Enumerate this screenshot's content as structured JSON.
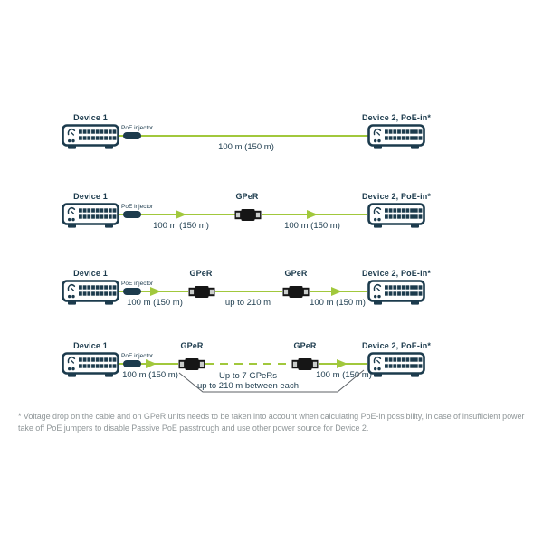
{
  "colors": {
    "navy": "#1c3b4d",
    "green": "#a1c83c",
    "gper_black": "#161616",
    "port_gray": "#c9ccca",
    "footnote_gray": "#8f9698",
    "leader_gray": "#5c6166"
  },
  "icons": {
    "device": "network-router-device-icon",
    "gper": "gper-repeater-unit-icon",
    "injector": "poe-injector-icon",
    "arrow": "flow-direction-arrow-icon"
  },
  "rows": [
    {
      "device_left": "Device 1",
      "injector": "PoE injector",
      "seg1": "100 m (150 m)",
      "device_right": "Device 2, PoE-in*"
    },
    {
      "device_left": "Device 1",
      "injector": "PoE injector",
      "seg1": "100 m (150 m)",
      "gper1": "GPeR",
      "seg2": "100 m (150 m)",
      "device_right": "Device 2, PoE-in*"
    },
    {
      "device_left": "Device 1",
      "injector": "PoE injector",
      "seg1": "100 m (150 m)",
      "gper1": "GPeR",
      "seg2": "up to 210 m",
      "gper2": "GPeR",
      "seg3": "100 m (150 m)",
      "device_right": "Device 2, PoE-in*"
    },
    {
      "device_left": "Device 1",
      "injector": "PoE injector",
      "seg1": "100 m (150 m)",
      "gper1": "GPeR",
      "note_line1": "Up to 7 GPeRs",
      "note_line2": "up to 210 m between each",
      "gper2": "GPeR",
      "seg3": "100 m (150 m)",
      "device_right": "Device 2, PoE-in*"
    }
  ],
  "footnote": {
    "text": "* Voltage drop on the cable and on GPeR units needs to be taken into account when calculating PoE-in possibility, in case of insufficient power take off PoE jumpers to disable Passive PoE passtrough and use other power source for Device 2."
  }
}
